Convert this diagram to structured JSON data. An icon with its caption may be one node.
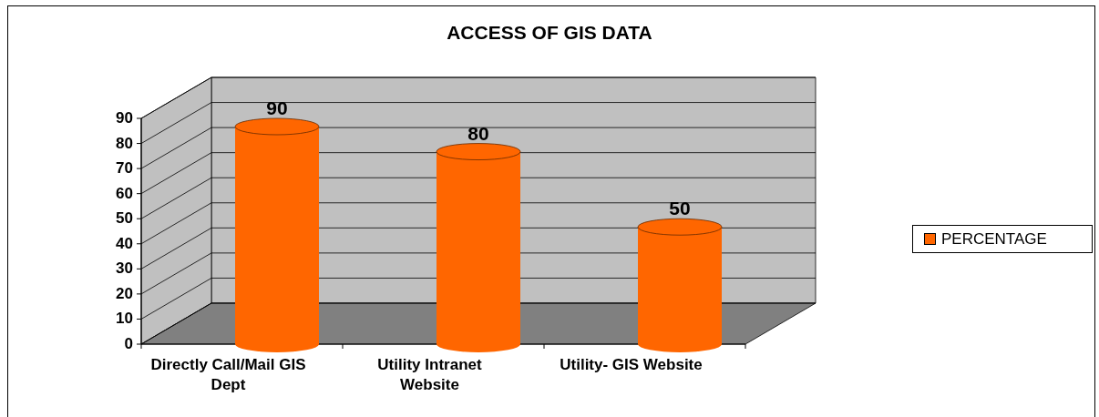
{
  "diagram": {
    "chart_data": {
      "type": "bar",
      "title": "ACCESS OF GIS DATA",
      "categories": [
        "Directly Call/Mail GIS Dept",
        "Utility Intranet Website",
        "Utility- GIS Website"
      ],
      "series": [
        {
          "name": "PERCENTAGE",
          "color": "#ff6600",
          "values": [
            90,
            80,
            50
          ]
        }
      ],
      "ylim": [
        0,
        90
      ],
      "yticks": [
        0,
        10,
        20,
        30,
        40,
        50,
        60,
        70,
        80,
        90
      ],
      "data_labels": true
    }
  }
}
